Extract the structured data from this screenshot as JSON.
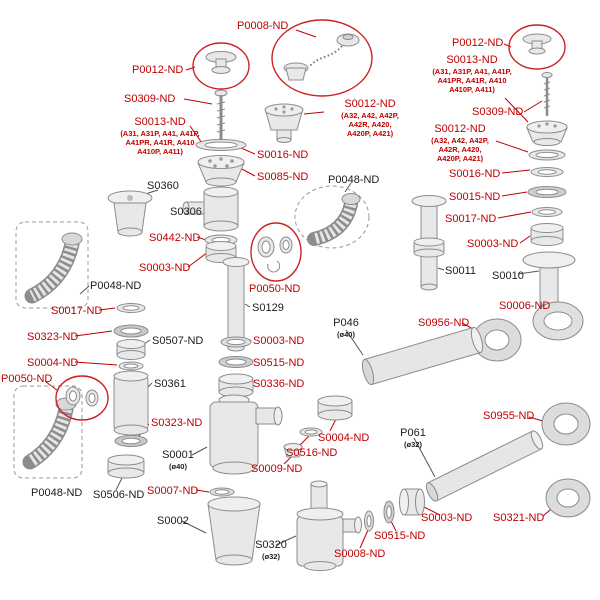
{
  "colors": {
    "label_red": "#c00000",
    "label_black": "#1c1c1c",
    "part_fill": "#e8e8e8",
    "part_stroke": "#8c8c8c",
    "highlight_ellipse_red": "#cc2222"
  },
  "labels": {
    "p0008": {
      "text": "P0008-ND"
    },
    "p0012_left": {
      "text": "P0012-ND"
    },
    "s0309_left": {
      "text": "S0309-ND"
    },
    "s0013_left": {
      "text": "S0013-ND",
      "sub1": "(A31, A31P, A41, A41P,",
      "sub2": "A41PR, A41R, A410",
      "sub3": "A410P, A411)"
    },
    "s0016_left": {
      "text": "S0016-ND"
    },
    "s0085": {
      "text": "S0085-ND"
    },
    "s0360": {
      "text": "S0360"
    },
    "s0306": {
      "text": "S0306"
    },
    "p0048_top": {
      "text": "P0048-ND"
    },
    "s0442": {
      "text": "S0442-ND"
    },
    "s0003_left": {
      "text": "S0003-ND"
    },
    "p0048_left": {
      "text": "P0048-ND"
    },
    "s0017_left": {
      "text": "S0017-ND"
    },
    "p0050_center": {
      "text": "P0050-ND"
    },
    "s0129": {
      "text": "S0129"
    },
    "s0323_left": {
      "text": "S0323-ND"
    },
    "s0507": {
      "text": "S0507-ND"
    },
    "s0004_left": {
      "text": "S0004-ND"
    },
    "p0050_left": {
      "text": "P0050-ND"
    },
    "s0361": {
      "text": "S0361"
    },
    "s0003_center": {
      "text": "S0003-ND"
    },
    "s0515_center": {
      "text": "S0515-ND"
    },
    "s0336": {
      "text": "S0336-ND"
    },
    "s0323_center": {
      "text": "S0323-ND"
    },
    "s0001": {
      "text": "S0001",
      "sub1": "(ø40)"
    },
    "s0004_center": {
      "text": "S0004-ND"
    },
    "s0516": {
      "text": "S0516-ND"
    },
    "s0009": {
      "text": "S0009-ND"
    },
    "s0007": {
      "text": "S0007-ND"
    },
    "p0048_bottomleft": {
      "text": "P0048-ND"
    },
    "s0506": {
      "text": "S0506-ND"
    },
    "s0002": {
      "text": "S0002"
    },
    "s0320": {
      "text": "S0320",
      "sub1": "(ø32)"
    },
    "s0008": {
      "text": "S0008-ND"
    },
    "s0515_bottom": {
      "text": "S0515-ND"
    },
    "s0003_bottom": {
      "text": "S0003-ND"
    },
    "s0012_top": {
      "text": "S0012-ND",
      "sub1": "(A32, A42, A42P,",
      "sub2": "A42R, A420,",
      "sub3": "A420P, A421)"
    },
    "p0012_right": {
      "text": "P0012-ND"
    },
    "s0013_right": {
      "text": "S0013-ND",
      "sub1": "(A31, A31P, A41, A41P,",
      "sub2": "A41PR, A41R, A410",
      "sub3": "A410P, A411)"
    },
    "s0309_right": {
      "text": "S0309-ND"
    },
    "s0012_right": {
      "text": "S0012-ND",
      "sub1": "(A32, A42, A42P,",
      "sub2": "A42R, A420,",
      "sub3": "A420P, A421)"
    },
    "s0016_right": {
      "text": "S0016-ND"
    },
    "s0015": {
      "text": "S0015-ND"
    },
    "s0017_right": {
      "text": "S0017-ND"
    },
    "s0003_right": {
      "text": "S0003-ND"
    },
    "s0011": {
      "text": "S0011"
    },
    "s0010": {
      "text": "S0010"
    },
    "s0006": {
      "text": "S0006-ND"
    },
    "s0956": {
      "text": "S0956-ND"
    },
    "p046": {
      "text": "P046",
      "sub1": "(ø40)"
    },
    "s0955": {
      "text": "S0955-ND"
    },
    "p061": {
      "text": "P061",
      "sub1": "(ø32)"
    },
    "s0321": {
      "text": "S0321-ND"
    }
  }
}
